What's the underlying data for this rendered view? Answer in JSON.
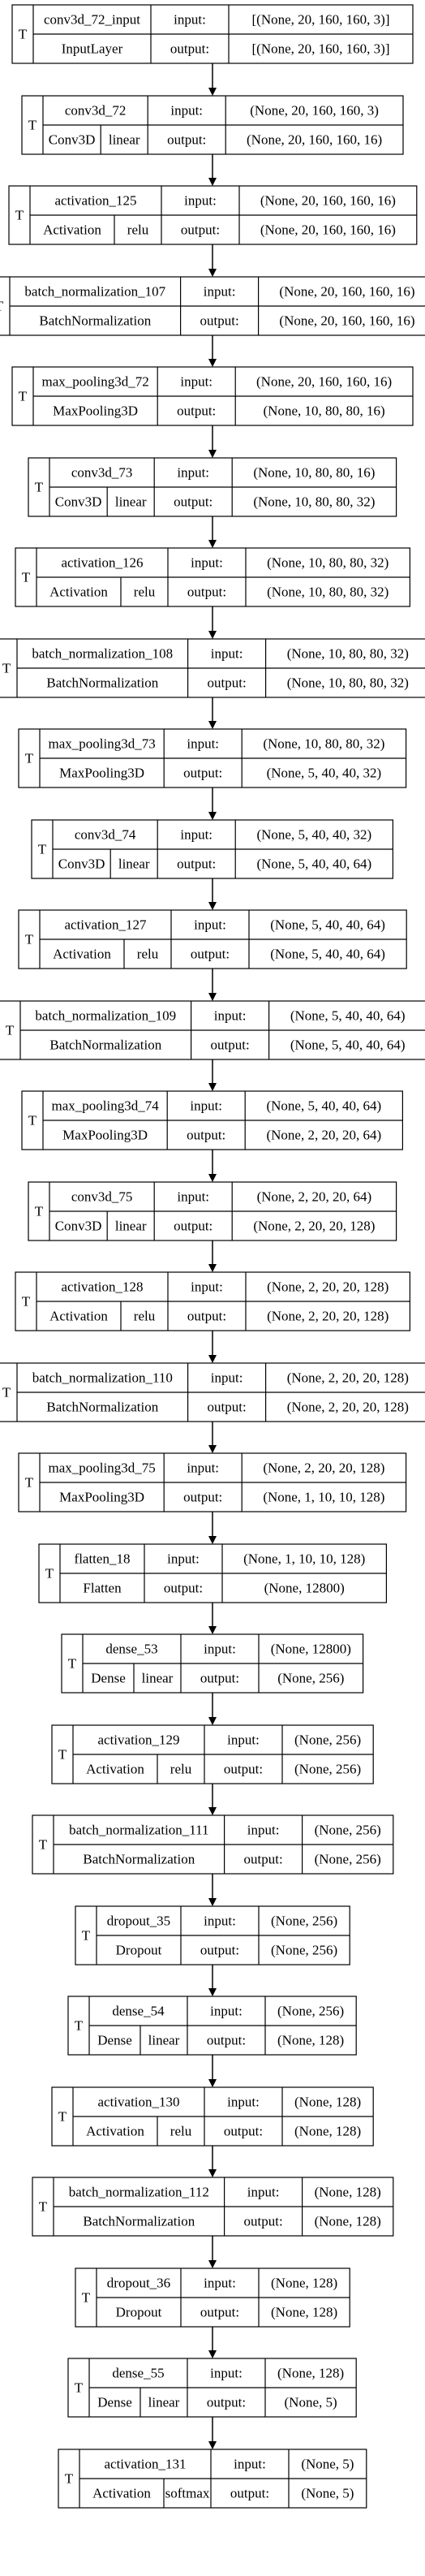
{
  "trainable_marker": "T",
  "port_labels": {
    "input": "input:",
    "output": "output:"
  },
  "layers": [
    {
      "name": "conv3d_72_input",
      "type": "InputLayer",
      "activation": "",
      "input": "[(None, 20, 160, 160, 3)]",
      "output": "[(None, 20, 160, 160, 3)]"
    },
    {
      "name": "conv3d_72",
      "type": "Conv3D",
      "activation": "linear",
      "input": "(None, 20, 160, 160, 3)",
      "output": "(None, 20, 160, 160, 16)"
    },
    {
      "name": "activation_125",
      "type": "Activation",
      "activation": "relu",
      "input": "(None, 20, 160, 160, 16)",
      "output": "(None, 20, 160, 160, 16)"
    },
    {
      "name": "batch_normalization_107",
      "type": "BatchNormalization",
      "activation": "",
      "input": "(None, 20, 160, 160, 16)",
      "output": "(None, 20, 160, 160, 16)"
    },
    {
      "name": "max_pooling3d_72",
      "type": "MaxPooling3D",
      "activation": "",
      "input": "(None, 20, 160, 160, 16)",
      "output": "(None, 10, 80, 80, 16)"
    },
    {
      "name": "conv3d_73",
      "type": "Conv3D",
      "activation": "linear",
      "input": "(None, 10, 80, 80, 16)",
      "output": "(None, 10, 80, 80, 32)"
    },
    {
      "name": "activation_126",
      "type": "Activation",
      "activation": "relu",
      "input": "(None, 10, 80, 80, 32)",
      "output": "(None, 10, 80, 80, 32)"
    },
    {
      "name": "batch_normalization_108",
      "type": "BatchNormalization",
      "activation": "",
      "input": "(None, 10, 80, 80, 32)",
      "output": "(None, 10, 80, 80, 32)"
    },
    {
      "name": "max_pooling3d_73",
      "type": "MaxPooling3D",
      "activation": "",
      "input": "(None, 10, 80, 80, 32)",
      "output": "(None, 5, 40, 40, 32)"
    },
    {
      "name": "conv3d_74",
      "type": "Conv3D",
      "activation": "linear",
      "input": "(None, 5, 40, 40, 32)",
      "output": "(None, 5, 40, 40, 64)"
    },
    {
      "name": "activation_127",
      "type": "Activation",
      "activation": "relu",
      "input": "(None, 5, 40, 40, 64)",
      "output": "(None, 5, 40, 40, 64)"
    },
    {
      "name": "batch_normalization_109",
      "type": "BatchNormalization",
      "activation": "",
      "input": "(None, 5, 40, 40, 64)",
      "output": "(None, 5, 40, 40, 64)"
    },
    {
      "name": "max_pooling3d_74",
      "type": "MaxPooling3D",
      "activation": "",
      "input": "(None, 5, 40, 40, 64)",
      "output": "(None, 2, 20, 20, 64)"
    },
    {
      "name": "conv3d_75",
      "type": "Conv3D",
      "activation": "linear",
      "input": "(None, 2, 20, 20, 64)",
      "output": "(None, 2, 20, 20, 128)"
    },
    {
      "name": "activation_128",
      "type": "Activation",
      "activation": "relu",
      "input": "(None, 2, 20, 20, 128)",
      "output": "(None, 2, 20, 20, 128)"
    },
    {
      "name": "batch_normalization_110",
      "type": "BatchNormalization",
      "activation": "",
      "input": "(None, 2, 20, 20, 128)",
      "output": "(None, 2, 20, 20, 128)"
    },
    {
      "name": "max_pooling3d_75",
      "type": "MaxPooling3D",
      "activation": "",
      "input": "(None, 2, 20, 20, 128)",
      "output": "(None, 1, 10, 10, 128)"
    },
    {
      "name": "flatten_18",
      "type": "Flatten",
      "activation": "",
      "input": "(None, 1, 10, 10, 128)",
      "output": "(None, 12800)"
    },
    {
      "name": "dense_53",
      "type": "Dense",
      "activation": "linear",
      "input": "(None, 12800)",
      "output": "(None, 256)"
    },
    {
      "name": "activation_129",
      "type": "Activation",
      "activation": "relu",
      "input": "(None, 256)",
      "output": "(None, 256)"
    },
    {
      "name": "batch_normalization_111",
      "type": "BatchNormalization",
      "activation": "",
      "input": "(None, 256)",
      "output": "(None, 256)"
    },
    {
      "name": "dropout_35",
      "type": "Dropout",
      "activation": "",
      "input": "(None, 256)",
      "output": "(None, 256)"
    },
    {
      "name": "dense_54",
      "type": "Dense",
      "activation": "linear",
      "input": "(None, 256)",
      "output": "(None, 128)"
    },
    {
      "name": "activation_130",
      "type": "Activation",
      "activation": "relu",
      "input": "(None, 128)",
      "output": "(None, 128)"
    },
    {
      "name": "batch_normalization_112",
      "type": "BatchNormalization",
      "activation": "",
      "input": "(None, 128)",
      "output": "(None, 128)"
    },
    {
      "name": "dropout_36",
      "type": "Dropout",
      "activation": "",
      "input": "(None, 128)",
      "output": "(None, 128)"
    },
    {
      "name": "dense_55",
      "type": "Dense",
      "activation": "linear",
      "input": "(None, 128)",
      "output": "(None, 5)"
    },
    {
      "name": "activation_131",
      "type": "Activation",
      "activation": "softmax",
      "input": "(None, 5)",
      "output": "(None, 5)"
    }
  ]
}
